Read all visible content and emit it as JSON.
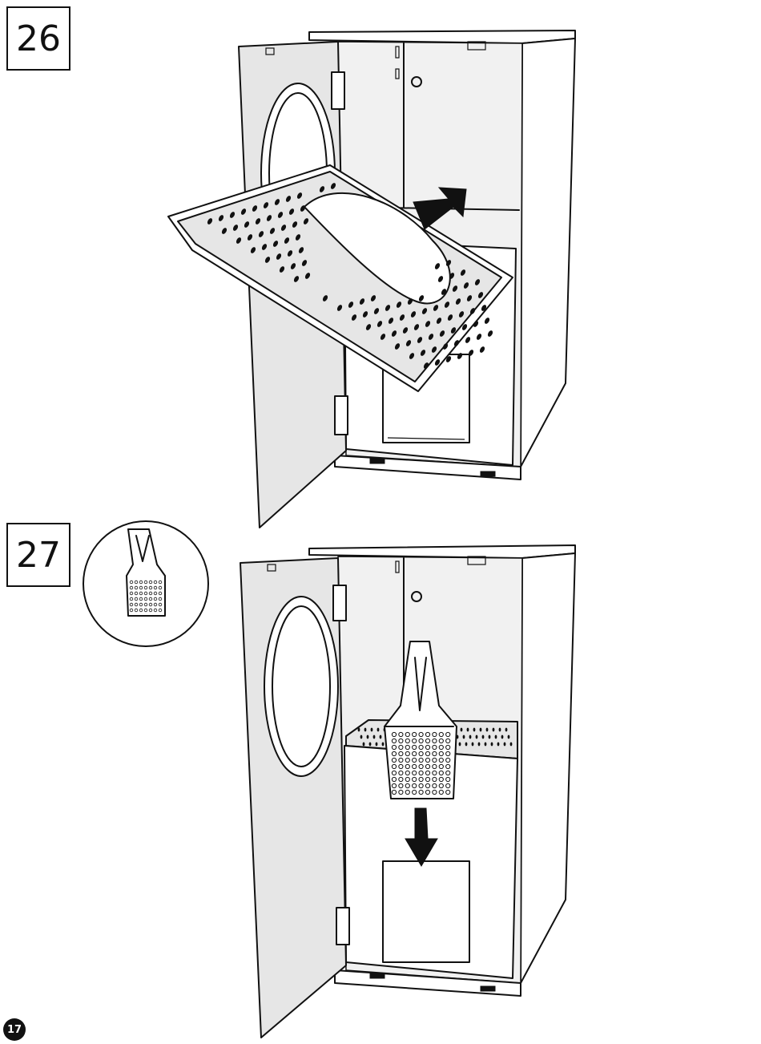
{
  "steps": [
    {
      "number": "26"
    },
    {
      "number": "27"
    }
  ],
  "page": {
    "number": "17"
  },
  "icons": {
    "push_arrow": "arrow-up-right-icon",
    "drop_arrow": "arrow-down-icon",
    "scoop_detail": "scoop-detail-icon"
  },
  "colors": {
    "line": "#111111",
    "panel": "#e6e6e6",
    "background": "#ffffff"
  }
}
